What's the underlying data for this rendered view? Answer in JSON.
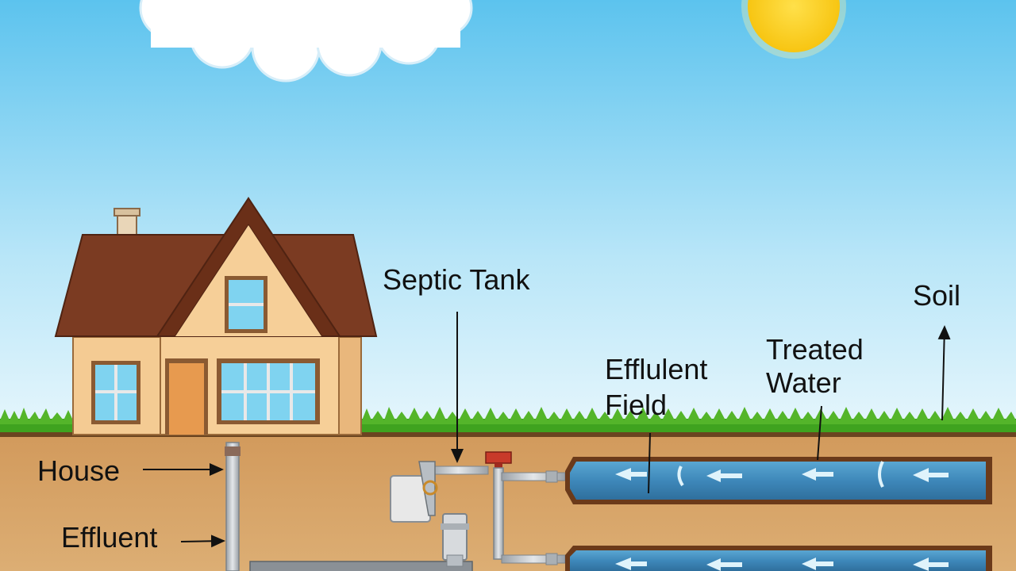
{
  "labels": {
    "septic_tank": "Septic Tank",
    "soil": "Soil",
    "treated_water": [
      "Treated",
      "Water"
    ],
    "effluent_field": [
      "Efflulent",
      "Field"
    ],
    "house": "House",
    "effluent": "Effluent"
  },
  "icons": [
    "sun-icon",
    "cloud-icon",
    "house-icon",
    "arrow-icon"
  ],
  "colors": {
    "sky_top": "#5cc3ee",
    "sky_bottom": "#dff3fb",
    "grass": "#3fa31f",
    "soil": "#d9a76a",
    "soil_edge": "#7a4a22",
    "water": "#3f8fc0",
    "roof": "#7b3b22",
    "wall": "#f4cb93",
    "sun": "#ffd21e",
    "pipe": "#c9ced3"
  }
}
